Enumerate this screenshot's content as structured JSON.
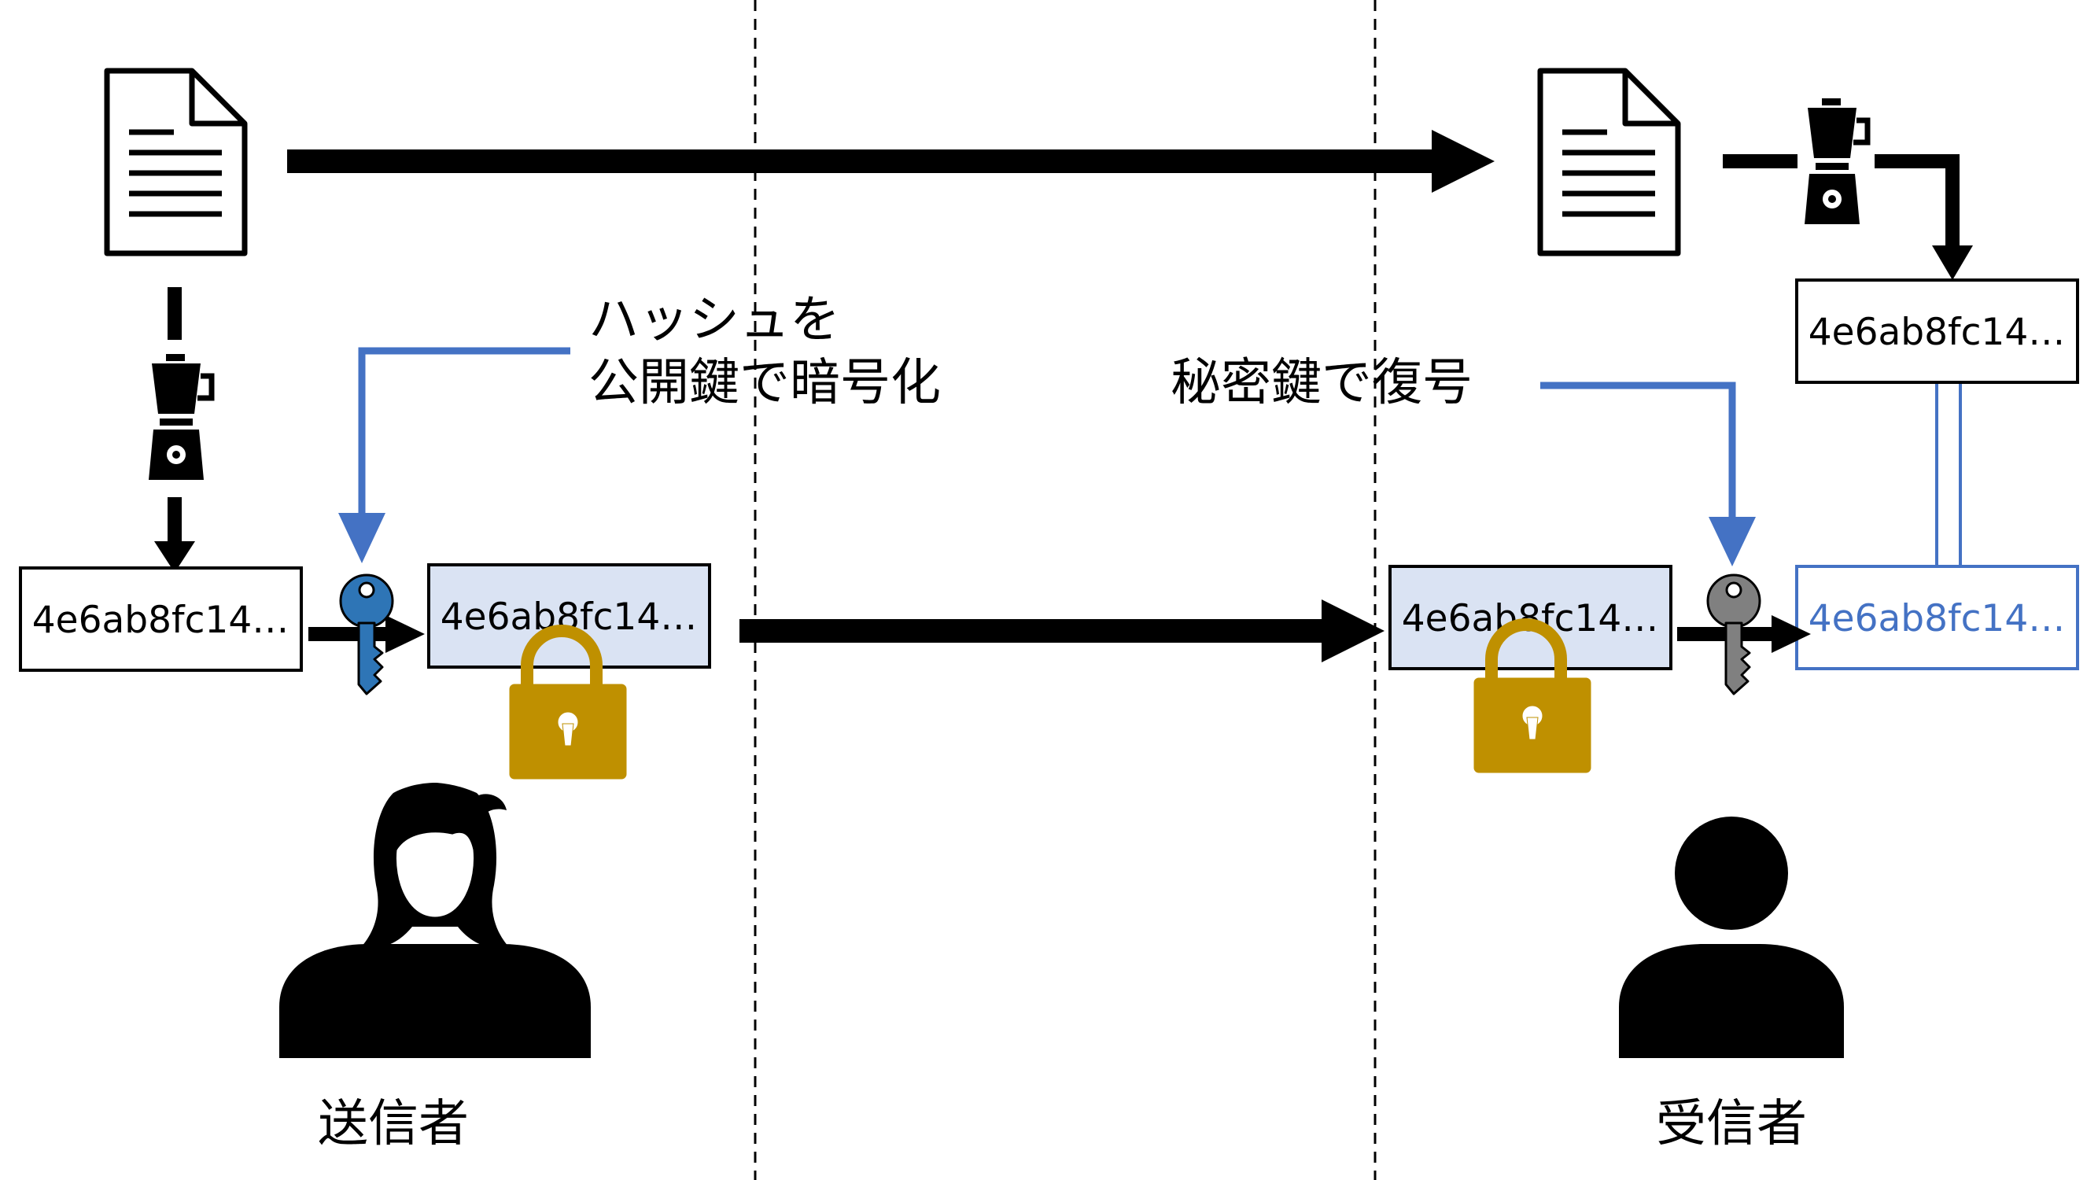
{
  "labels": {
    "hash_encrypt_line1": "ハッシュを",
    "hash_encrypt_line2": "公開鍵で暗号化",
    "decrypt_with_private_key": "秘密鍵で復号",
    "sender": "送信者",
    "receiver": "受信者"
  },
  "hashes": {
    "sender_plain": "4e6ab8fc14…",
    "sender_encrypted": "4e6ab8fc14…",
    "receiver_encrypted": "4e6ab8fc14…",
    "receiver_decrypted": "4e6ab8fc14…",
    "receiver_computed": "4e6ab8fc14…"
  },
  "colors": {
    "stroke": "#000000",
    "annotation_blue": "#4472c4",
    "encrypted_fill": "#dae3f3",
    "lock_gold": "#bf9000",
    "public_key_blue": "#2e75b6",
    "private_key_gray": "#808080"
  },
  "icons": [
    "document-icon",
    "blender-icon",
    "key-icon",
    "lock-icon",
    "person-icon"
  ]
}
